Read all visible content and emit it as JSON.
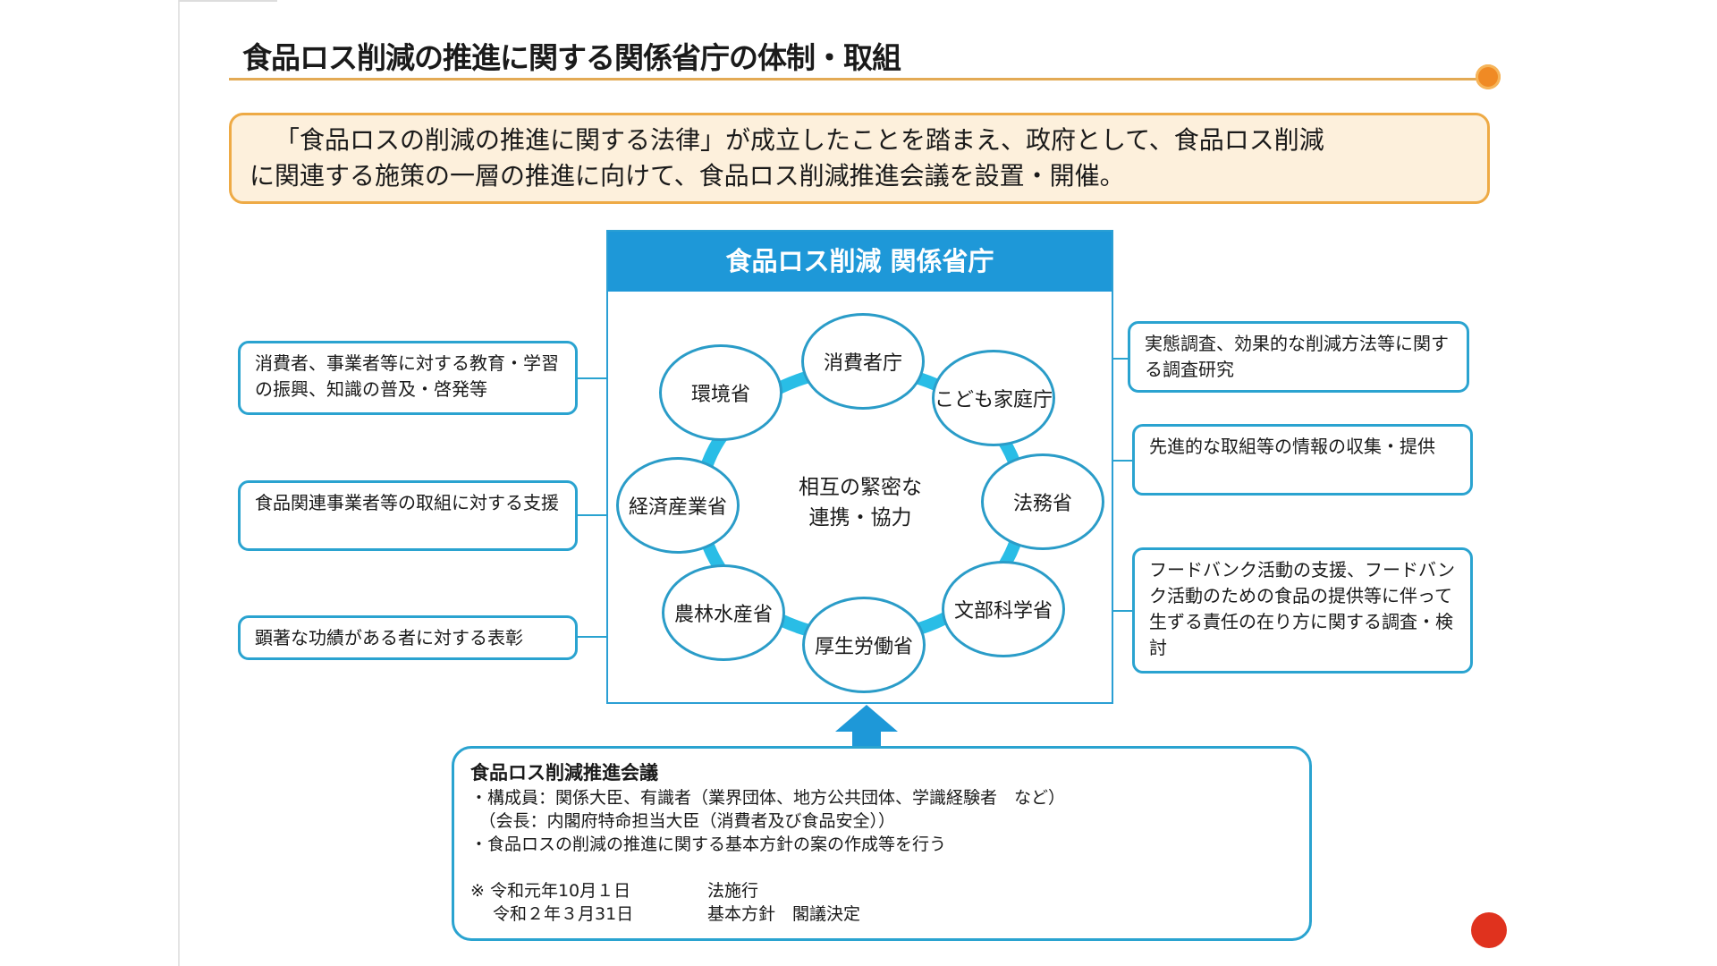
{
  "title": "食品ロス削減の推進に関する関係省庁の体制・取組",
  "intro": {
    "line1": "「食品ロスの削減の推進に関する法律」が成立したことを踏まえ、政府として、食品ロス削減",
    "line2": "に関連する施策の一層の推進に向けて、食品ロス削減推進会議を設置・開催。"
  },
  "panel": {
    "title": "食品ロス削減 関係省庁",
    "center_line1": "相互の緊密な",
    "center_line2": "連携・協力",
    "ministries": [
      "消費者庁",
      "こども家庭庁",
      "法務省",
      "文部科学省",
      "厚生労働省",
      "農林水産省",
      "経済産業省",
      "環境省"
    ]
  },
  "left_items": [
    "消費者、事業者等に対する教育・学習の振興、知識の普及・啓発等",
    "食品関連事業者等の取組に対する支援",
    "顕著な功績がある者に対する表彰"
  ],
  "right_items": [
    "実態調査、効果的な削減方法等に関する調査研究",
    "先進的な取組等の情報の収集・提供",
    "フードバンク活動の支援、フードバンク活動のための食品の提供等に伴って生ずる責任の在り方に関する調査・検討"
  ],
  "council": {
    "heading": "食品ロス削減推進会議",
    "line1": "・構成員：関係大臣、有識者（業界団体、地方公共団体、学識経験者　など）",
    "line2": "　（会長：内閣府特命担当大臣（消費者及び食品安全））",
    "line3": "・食品ロスの削減の推進に関する基本方針の案の作成等を行う",
    "dates": [
      {
        "date": "※ 令和元年10月１日",
        "event": "法施行"
      },
      {
        "date": "　 令和２年３月31日",
        "event": "基本方針　閣議決定"
      }
    ]
  },
  "colors": {
    "accent_blue": "#1e98d8",
    "ring": "#29bde6",
    "orange": "#eeaa45",
    "orange_bg": "#fdf0dc"
  }
}
